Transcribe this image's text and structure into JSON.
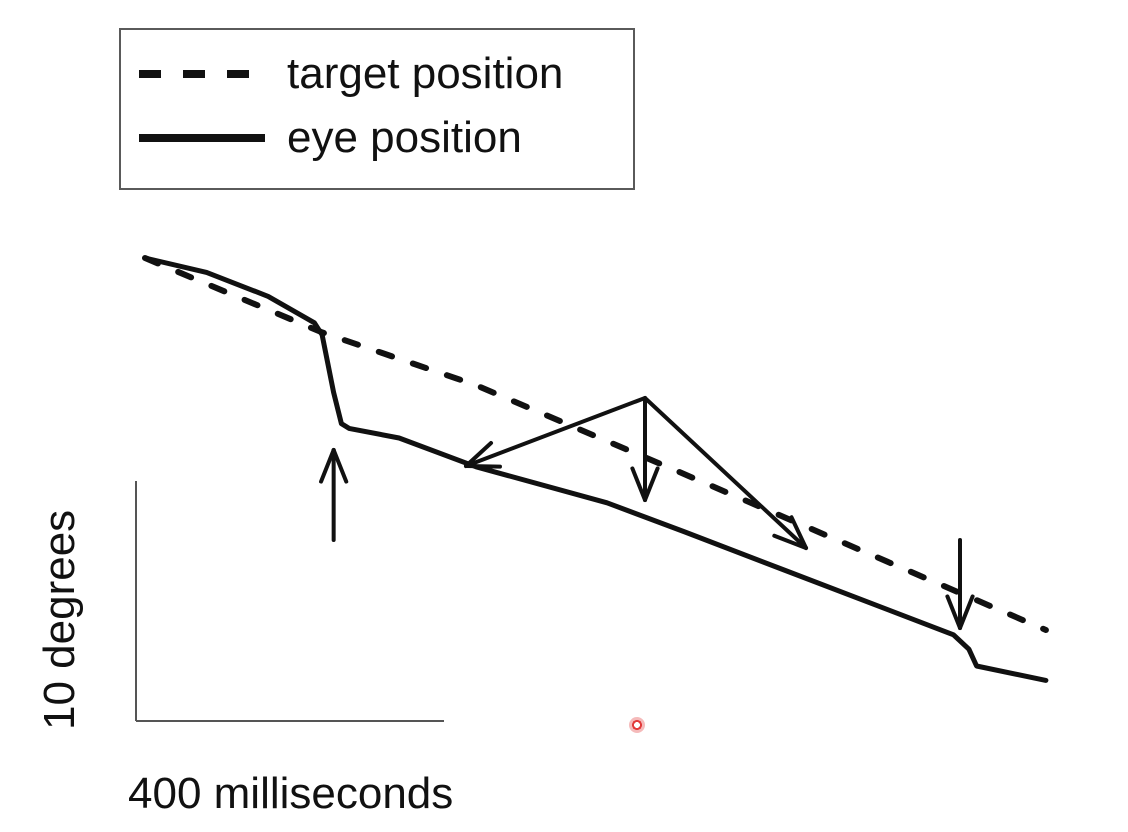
{
  "chart_data": {
    "type": "line",
    "legend": {
      "placement": "top-left",
      "entries": [
        {
          "label": "target position",
          "style": "dashed"
        },
        {
          "label": "eye position",
          "style": "solid"
        }
      ]
    },
    "scale_bars": {
      "vertical": {
        "label": "10 degrees",
        "value": 10,
        "unit": "degrees"
      },
      "horizontal": {
        "label": "400 milliseconds",
        "value": 400,
        "unit": "milliseconds"
      }
    },
    "series": [
      {
        "style": "dashed",
        "x": [
          0,
          230,
          430,
          700,
          1170
        ],
        "y": [
          0,
          -3.1,
          -5.3,
          -9.0,
          -15.5
        ]
      },
      {
        "style": "solid",
        "x": [
          0,
          80,
          160,
          220,
          230,
          245,
          255,
          265,
          330,
          430,
          600,
          700,
          830,
          1050,
          1070,
          1080,
          1170
        ],
        "y": [
          0,
          -0.6,
          -1.6,
          -2.7,
          -3.2,
          -5.6,
          -6.9,
          -7.1,
          -7.5,
          -8.7,
          -10.2,
          -11.4,
          -13.0,
          -15.7,
          -16.3,
          -17.0,
          -17.6
        ]
      }
    ],
    "annotations": [
      {
        "type": "arrow",
        "direction": "up",
        "x": 245
      },
      {
        "type": "arrow",
        "direction": "down",
        "x": 605
      },
      {
        "type": "arrow",
        "direction": "down",
        "x": 1070
      }
    ]
  }
}
